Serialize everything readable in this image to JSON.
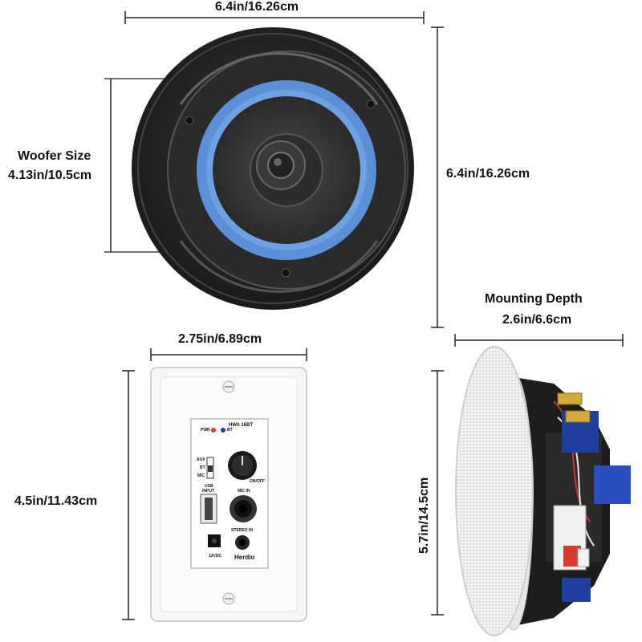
{
  "top_width": "6.4in/16.26cm",
  "top_height": "6.4in/16.26cm",
  "woofer_title": "Woofer Size",
  "woofer_value": "4.13in/10.5cm",
  "mount_title": "Mounting Depth",
  "mount_value": "2.6in/6.6cm",
  "plate_width": "2.75in/6.89cm",
  "plate_height": "4.5in/11.43cm",
  "side_height": "5.7in/14.5cm",
  "plate": {
    "model": "HWA 16BT",
    "pwr": "PWR",
    "bt": "BT",
    "aux": "AUX",
    "bt2": "BT",
    "mic": "MIC",
    "onoff": "ON/OFF",
    "usb": "USB",
    "input": "INPUT",
    "micin": "MIC IN",
    "stereo": "STEREO IN",
    "dc": "12VDC",
    "brand": "Herdio"
  },
  "colors": {
    "woofer_blue": "#5b8fd6",
    "bracket_blue": "#1f3f9e",
    "terminal_red": "#d83a2e",
    "terminal_gold": "#d4a83a"
  }
}
